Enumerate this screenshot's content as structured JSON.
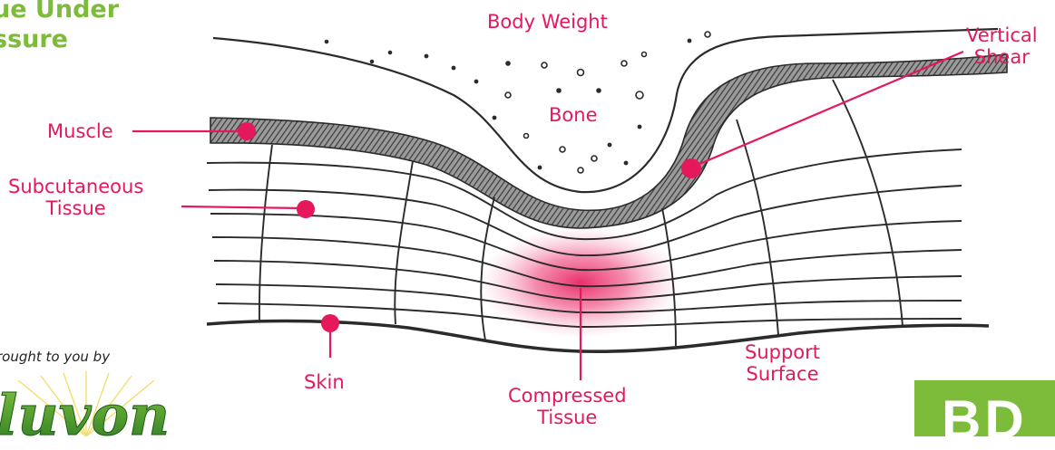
{
  "title": "ue Under\nssure",
  "labels": {
    "body_weight": "Body Weight",
    "bone": "Bone",
    "vertical_shear": "Vertical\nShear",
    "muscle": "Muscle",
    "subcutaneous_tissue": "Subcutaneous\nTissue",
    "skin": "Skin",
    "compressed_tissue": "Compressed\nTissue",
    "support_surface": "Support\nSurface"
  },
  "credit": "rought to you by",
  "logo_left_text": "luvon",
  "logo_right_text": "BD",
  "colors": {
    "label": "#e5185b",
    "title": "#7dbb3b",
    "sketch": "#2b2b2b",
    "compression_glow": "#ee2f6e"
  }
}
